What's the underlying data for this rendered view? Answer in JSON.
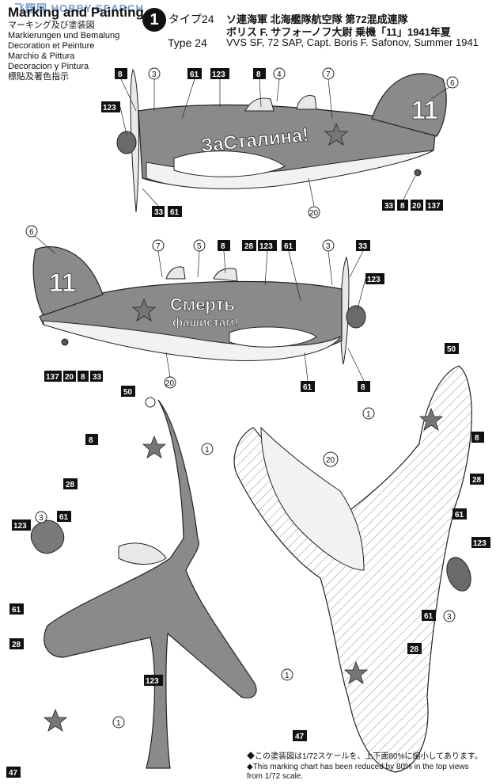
{
  "watermark": "飞翔网 HOBBY SEARCH",
  "header": {
    "title": "Marking and Painting",
    "title_jp": "マーキング及び塗装図",
    "languages": [
      "Markierungen und Bemalung",
      "Decoration et Peinture",
      "Marchio & Pittura",
      "Decoracion y Pintura",
      "標貼及著色指示"
    ],
    "scheme_number": "1",
    "type_jp": "タイプ24",
    "type_en": "Type 24",
    "desc_jp_1": "ソ連海軍 北海艦隊航空隊 第72混成連隊",
    "desc_jp_2": "ボリス F. サフォーノフ大尉 乗機「11」1941年夏",
    "desc_en": "VVS SF, 72 SAP, Capt. Boris F. Safonov, Summer 1941"
  },
  "slogans": {
    "left_side": "ЗаСталина!",
    "right_side_1": "Смерть",
    "right_side_2": "фашистам!",
    "tail_number": "11"
  },
  "callouts": {
    "view1_top": [
      "8",
      "3",
      "61",
      "123",
      "8",
      "4",
      "7",
      "6"
    ],
    "view1_left": [
      "123"
    ],
    "view1_bottom": [
      "33",
      "61",
      "20",
      "33",
      "8",
      "20",
      "137"
    ],
    "view2_top": [
      "6",
      "7",
      "5",
      "8",
      "28",
      "123",
      "61",
      "3",
      "33"
    ],
    "view2_right": [
      "123"
    ],
    "view2_bottom": [
      "137",
      "20",
      "8",
      "33",
      "20",
      "61",
      "8"
    ],
    "view3": [
      "50",
      "1",
      "8",
      "28",
      "3",
      "61",
      "123",
      "61",
      "28",
      "123",
      "1",
      "47"
    ],
    "view4": [
      "50",
      "1",
      "20",
      "8",
      "28",
      "61",
      "123",
      "61",
      "3",
      "28",
      "1",
      "47"
    ]
  },
  "notes": [
    "◆この塗装図は1/72スケールを、上下面80%に縮小してあります。",
    "◆This marking chart has been reduced by 80% in the top views",
    "   from 1/72 scale."
  ],
  "colors": {
    "grey": "#8a8a8a",
    "dark": "#5a5a5a",
    "light": "#f2f2f2",
    "star": "#767676"
  }
}
